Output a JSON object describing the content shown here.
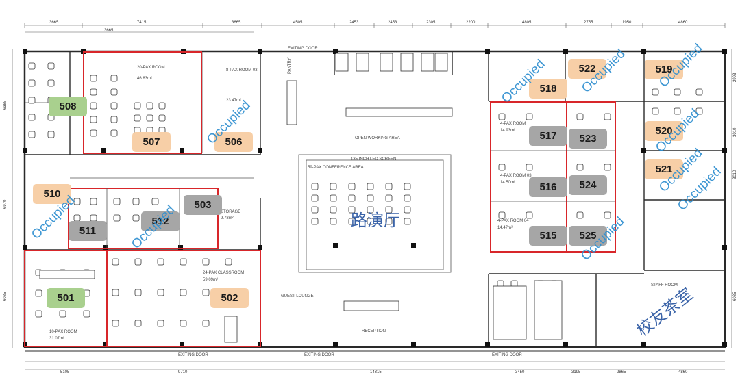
{
  "colors": {
    "walls": "#2a2a2a",
    "red_outline": "#d8262a",
    "orange": "#f7cfa7",
    "green": "#a9d08e",
    "gray": "#a6a6a6",
    "occupied_text": "#2f8fd0",
    "cn_text": "#3a63a8"
  },
  "top_dims": [
    "3665",
    "7415",
    "3665",
    "3665",
    "4505",
    "2453",
    "2453",
    "2305",
    "2200",
    "4805",
    "2755",
    "1950",
    "4860"
  ],
  "bottom_dims": [
    "5105",
    "9710",
    "14315",
    "3450",
    "3195",
    "2865",
    "4860"
  ],
  "left_dims": [
    "6385",
    "6970",
    "6085"
  ],
  "right_dims": [
    "2993",
    "3010",
    "3010",
    "6085"
  ],
  "rooms": [
    {
      "id": "508",
      "color": "green"
    },
    {
      "id": "507",
      "color": "orange"
    },
    {
      "id": "506",
      "color": "orange"
    },
    {
      "id": "518",
      "color": "orange"
    },
    {
      "id": "522",
      "color": "orange"
    },
    {
      "id": "519",
      "color": "orange"
    },
    {
      "id": "517",
      "color": "gray"
    },
    {
      "id": "523",
      "color": "gray"
    },
    {
      "id": "520",
      "color": "orange"
    },
    {
      "id": "521",
      "color": "orange"
    },
    {
      "id": "516",
      "color": "gray"
    },
    {
      "id": "524",
      "color": "gray"
    },
    {
      "id": "515",
      "color": "gray"
    },
    {
      "id": "525",
      "color": "gray"
    },
    {
      "id": "510",
      "color": "orange"
    },
    {
      "id": "511",
      "color": "gray"
    },
    {
      "id": "512",
      "color": "gray"
    },
    {
      "id": "503",
      "color": "gray"
    },
    {
      "id": "501",
      "color": "green"
    },
    {
      "id": "502",
      "color": "orange"
    }
  ],
  "occupied_label": "Occupied",
  "hall_label": "路演厅",
  "lounge_label": "校友茶室",
  "plan_labels": {
    "exit_door_top": "EXITING DOOR",
    "exit_door_bottom_left": "EXITING DOOR",
    "exit_door_bottom_mid": "EXITING DOOR",
    "exit_door_bottom_right": "EXITING DOOR",
    "reception": "RECEPTION",
    "guest_lounge": "GUEST LOUNGE",
    "open_working": "OPEN WORKING AREA",
    "conference": "59-PAX CONFERENCE AREA",
    "led_screen": "135 INCH LED SCREEN",
    "classroom": "24-PAX CLASSROOM",
    "classroom_area": "59.09m²",
    "room_10pax": "10-PAX ROOM",
    "room_10pax_area": "31.07m²",
    "storage": "STORAGE",
    "storage_area": "9.78m²",
    "pantry": "PANTRY",
    "room_20pax": "20-PAX ROOM",
    "room_20pax_area": "46.83m²",
    "room_8pax_03": "8-PAX ROOM 03",
    "room_8pax_03_area": "23.47m²",
    "room_4pax_03": "4-PAX ROOM 03",
    "room_4pax_03_area": "14.50m²",
    "room_4pax_04": "4-PAX ROOM 04",
    "room_4pax_04_area": "14.47m²",
    "room_4pax_05": "4-PAX ROOM",
    "room_4pax_05_area": "14.93m²",
    "staff_room": "STAFF ROOM"
  }
}
